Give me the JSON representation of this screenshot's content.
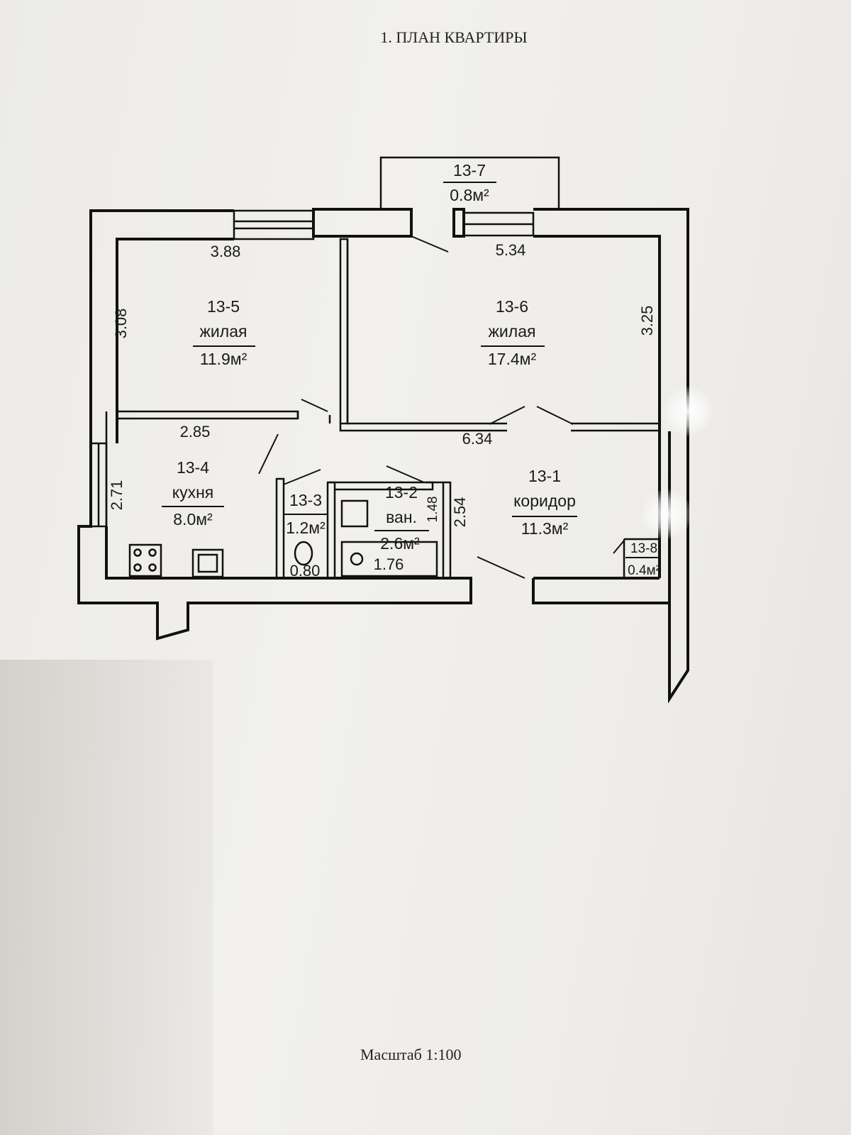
{
  "title": "1. ПЛАН КВАРТИРЫ",
  "scale": "Масштаб 1:100",
  "rooms": {
    "r7": {
      "num": "13-7",
      "area": "0.8м²"
    },
    "r5": {
      "num": "13-5",
      "name": "жилая",
      "area": "11.9м²"
    },
    "r6": {
      "num": "13-6",
      "name": "жилая",
      "area": "17.4м²"
    },
    "r4": {
      "num": "13-4",
      "name": "кухня",
      "area": "8.0м²"
    },
    "r3": {
      "num": "13-3",
      "area": "1.2м²"
    },
    "r2": {
      "num": "13-2",
      "name": "ван.",
      "area": "2.6м²"
    },
    "r1": {
      "num": "13-1",
      "name": "коридор",
      "area": "11.3м²"
    },
    "r8": {
      "num": "13-8",
      "area": "0.4м²"
    }
  },
  "dimensions": {
    "d388": "3.88",
    "d534": "5.34",
    "d308": "3.08",
    "d325": "3.25",
    "d285": "2.85",
    "d634": "6.34",
    "d271": "2.71",
    "d254": "2.54",
    "d148": "1.48",
    "d080": "0.80",
    "d176": "1.76"
  }
}
